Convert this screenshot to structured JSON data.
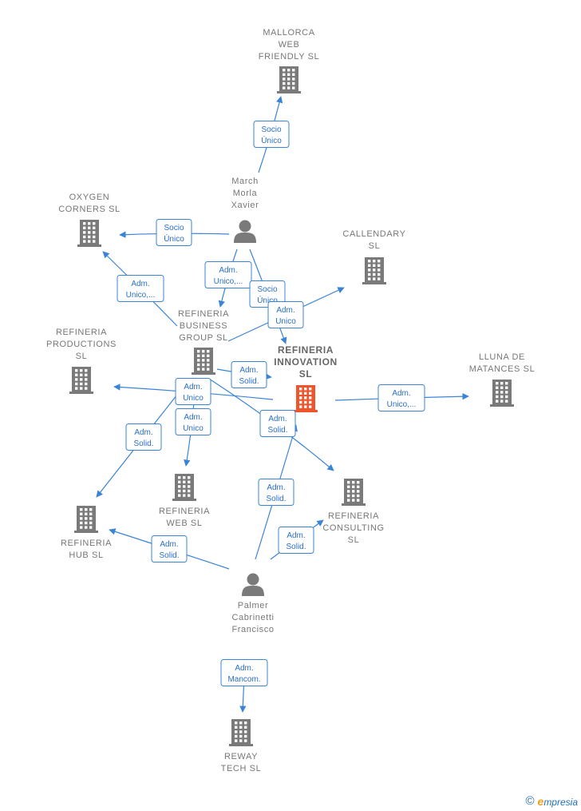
{
  "colors": {
    "edge": "#3a84d8",
    "company": "#7a7a7a",
    "focus_company": "#f0542c",
    "person": "#7a7a7a",
    "label": "#777777"
  },
  "nodes": [
    {
      "id": "mallorca",
      "kind": "company",
      "icon": "building-icon",
      "lines": [
        "MALLORCA",
        "WEB",
        "FRIENDLY SL"
      ]
    },
    {
      "id": "march",
      "kind": "person",
      "icon": "person-icon",
      "lines": [
        "March",
        "Morla",
        "Xavier"
      ]
    },
    {
      "id": "oxygen",
      "kind": "company",
      "icon": "building-icon",
      "lines": [
        "OXYGEN",
        "CORNERS SL"
      ]
    },
    {
      "id": "callendary",
      "kind": "company",
      "icon": "building-icon",
      "lines": [
        "CALLENDARY",
        "SL"
      ]
    },
    {
      "id": "business",
      "kind": "company",
      "icon": "building-icon",
      "lines": [
        "REFINERIA",
        "BUSINESS",
        "GROUP SL"
      ]
    },
    {
      "id": "productions",
      "kind": "company",
      "icon": "building-icon",
      "lines": [
        "REFINERIA",
        "PRODUCTIONS",
        "SL"
      ]
    },
    {
      "id": "innovation",
      "kind": "focus",
      "icon": "building-icon",
      "lines": [
        "REFINERIA",
        "INNOVATION",
        "SL"
      ]
    },
    {
      "id": "lluna",
      "kind": "company",
      "icon": "building-icon",
      "lines": [
        "LLUNA DE",
        "MATANCES SL"
      ]
    },
    {
      "id": "web",
      "kind": "company",
      "icon": "building-icon",
      "lines": [
        "REFINERIA",
        "WEB SL"
      ]
    },
    {
      "id": "consulting",
      "kind": "company",
      "icon": "building-icon",
      "lines": [
        "REFINERIA",
        "CONSULTING",
        "SL"
      ]
    },
    {
      "id": "hub",
      "kind": "company",
      "icon": "building-icon",
      "lines": [
        "REFINERIA",
        "HUB SL"
      ]
    },
    {
      "id": "palmer",
      "kind": "person",
      "icon": "person-icon",
      "lines": [
        "Palmer",
        "Cabrinetti",
        "Francisco"
      ]
    },
    {
      "id": "reway",
      "kind": "company",
      "icon": "building-icon",
      "lines": [
        "REWAY",
        "TECH SL"
      ]
    }
  ],
  "edges": [
    {
      "id": "e1",
      "from": "march",
      "to": "mallorca",
      "label": [
        "Socio",
        "Único"
      ]
    },
    {
      "id": "e2",
      "from": "march",
      "to": "oxygen",
      "label": [
        "Socio",
        "Único"
      ]
    },
    {
      "id": "e3",
      "from": "march",
      "to": "business",
      "label": [
        "Adm.",
        "Unico,..."
      ]
    },
    {
      "id": "e4",
      "from": "march",
      "to": "innovation",
      "label": [
        "Socio",
        "Único"
      ]
    },
    {
      "id": "e5",
      "from": "business",
      "to": "oxygen",
      "label": [
        "Adm.",
        "Unico,..."
      ]
    },
    {
      "id": "e6",
      "from": "business",
      "to": "callendary",
      "label": [
        "Adm.",
        "Unico"
      ]
    },
    {
      "id": "e7",
      "from": "business",
      "to": "innovation",
      "label": [
        "Adm.",
        "Solid."
      ]
    },
    {
      "id": "e8",
      "from": "innovation",
      "to": "productions",
      "label": [
        "Adm.",
        "Unico"
      ]
    },
    {
      "id": "e9",
      "from": "business",
      "to": "web",
      "label": [
        "Adm.",
        "Unico"
      ]
    },
    {
      "id": "e10",
      "from": "business",
      "to": "hub",
      "label": [
        "Adm.",
        "Solid."
      ]
    },
    {
      "id": "e11",
      "from": "innovation",
      "to": "lluna",
      "label": [
        "Adm.",
        "Unico,..."
      ]
    },
    {
      "id": "e12",
      "from": "business",
      "to": "consulting",
      "label": [
        "Adm.",
        "Solid."
      ]
    },
    {
      "id": "e13",
      "from": "palmer",
      "to": "innovation",
      "label": [
        "Adm.",
        "Solid."
      ]
    },
    {
      "id": "e14",
      "from": "palmer",
      "to": "consulting",
      "label": [
        "Adm.",
        "Solid."
      ]
    },
    {
      "id": "e15",
      "from": "palmer",
      "to": "hub",
      "label": [
        "Adm.",
        "Solid."
      ]
    },
    {
      "id": "e16",
      "from": "palmer",
      "to": "reway",
      "label": [
        "Adm.",
        "Mancom."
      ]
    }
  ],
  "footer": {
    "copyright_symbol": "©",
    "brand_initial": "e",
    "brand_rest": "mpresia"
  }
}
